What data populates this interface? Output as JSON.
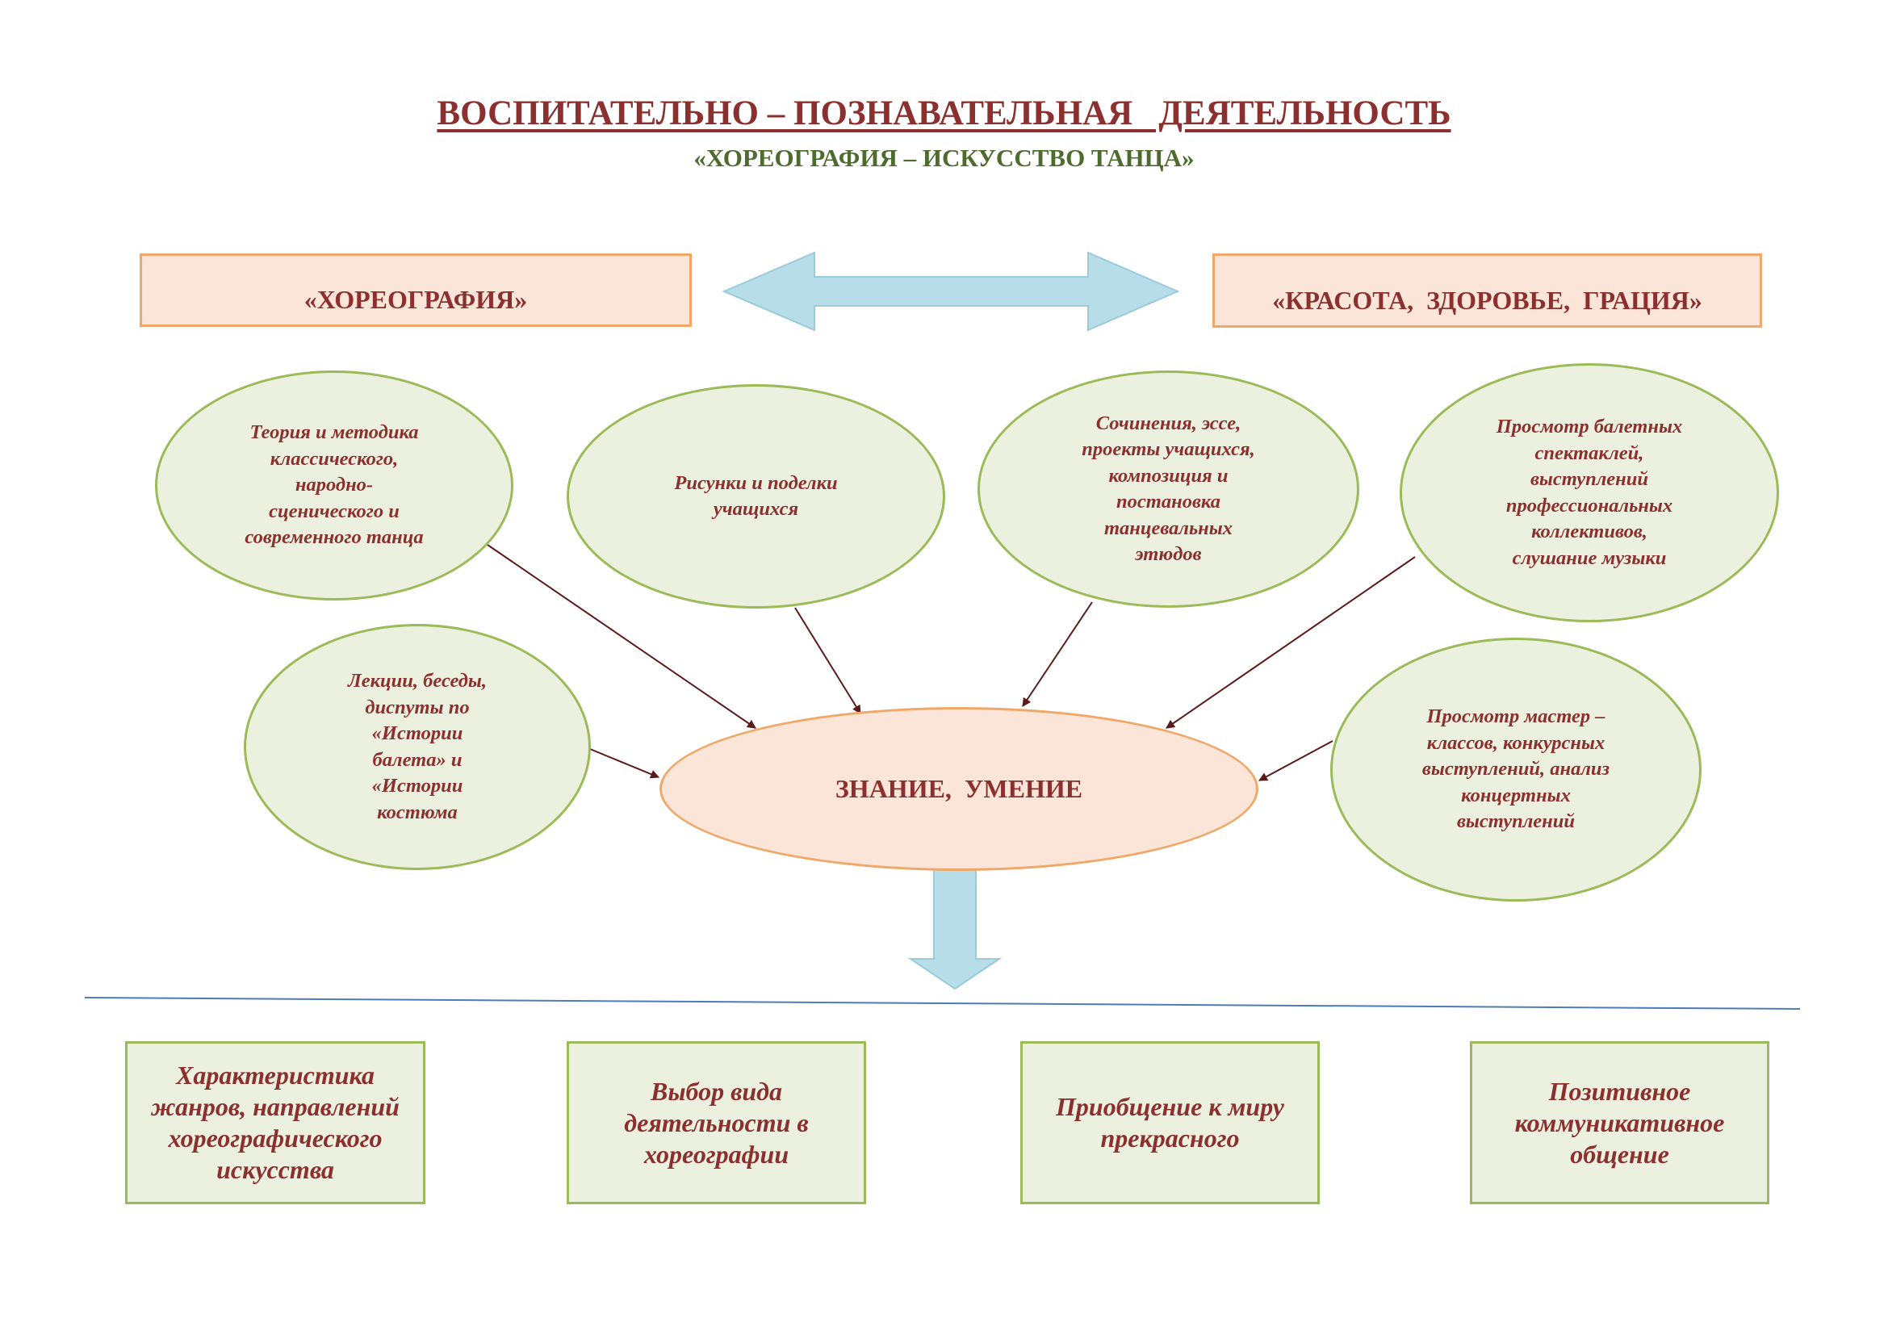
{
  "header": {
    "title": "ВОСПИТАТЕЛЬНО – ПОЗНАВАТЕЛЬНАЯ   ДЕЯТЕЛЬНОСТЬ",
    "subtitle": "«ХОРЕОГРАФИЯ – ИСКУССТВО ТАНЦА»"
  },
  "top_boxes": {
    "left": "«ХОРЕОГРАФИЯ»",
    "right": "«КРАСОТА,  ЗДОРОВЬЕ,  ГРАЦИЯ»"
  },
  "ovals": {
    "theory": "Теория и методика\nклассического,\nнародно-\nсценического и\nсовременного танца",
    "drawings": "Рисунки и поделки\nучащихся",
    "essays": "Сочинения, эссе,\nпроекты учащихся,\nкомпозиция и\nпостановка\nтанцевальных\nэтюдов",
    "ballet": "Просмотр балетных\nспектаклей,\nвыступлений\nпрофессиональных\nколлективов,\nслушание музыки",
    "lectures": "Лекции, беседы,\nдиспуты по\n«Истории\nбалета» и\n«Истории\nкостюма",
    "master": "Просмотр мастер –\nклассов,  конкурсных\nвыступлений, анализ\nконцертных\nвыступлений"
  },
  "center": {
    "label": "ЗНАНИЕ,  УМЕНИЕ"
  },
  "outcomes": {
    "genres": "Характеристика\nжанров, направлений\nхореографического\nискусства",
    "choice": "Выбор вида\nдеятельности в\nхореографии",
    "beauty": "Приобщение к миру\nпрекрасного",
    "communication": "Позитивное\nкоммуникативное\nобщение"
  },
  "colors": {
    "title_text": "#8B2F2F",
    "subtitle_text": "#4E6B2E",
    "peach_fill": "#FBE5D8",
    "peach_border": "#F0A868",
    "green_fill": "#EBF1DE",
    "green_border": "#9BBB59",
    "arrow_fill": "#B7DDE8",
    "connector": "#5A1A1A",
    "divider": "#4F7BB8"
  }
}
